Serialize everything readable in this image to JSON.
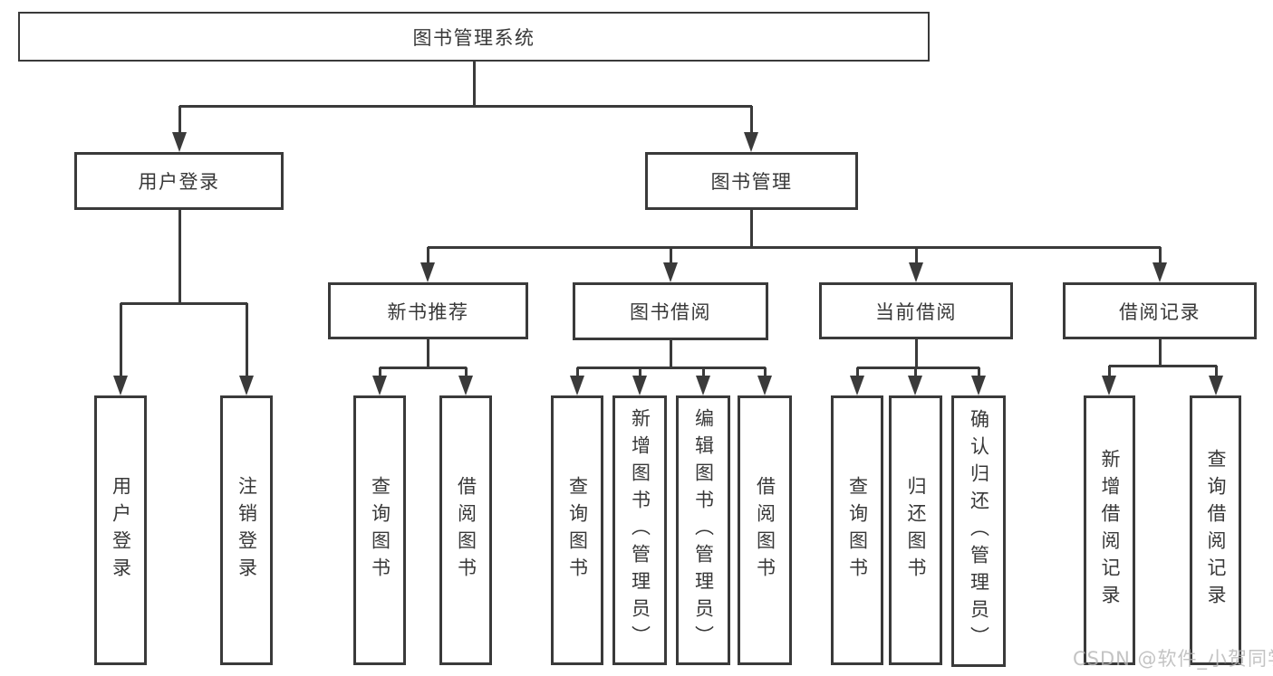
{
  "diagram": {
    "title": "图书管理系统",
    "nodes": [
      {
        "id": "node-system-root",
        "label": "图书管理系统",
        "parent": null
      },
      {
        "id": "node-user-login",
        "label": "用户登录",
        "parent": "node-system-root"
      },
      {
        "id": "node-book-management",
        "label": "图书管理",
        "parent": "node-system-root"
      },
      {
        "id": "node-new-book-recommend",
        "label": "新书推荐",
        "parent": "node-book-management"
      },
      {
        "id": "node-book-borrowing",
        "label": "图书借阅",
        "parent": "node-book-management"
      },
      {
        "id": "node-current-borrowing",
        "label": "当前借阅",
        "parent": "node-book-management"
      },
      {
        "id": "node-borrow-records",
        "label": "借阅记录",
        "parent": "node-book-management"
      },
      {
        "id": "leaf-user-login",
        "label": "用户登录",
        "parent": "node-user-login"
      },
      {
        "id": "leaf-logout",
        "label": "注销登录",
        "parent": "node-user-login"
      },
      {
        "id": "leaf-query-books-recommend",
        "label": "查询图书",
        "parent": "node-new-book-recommend"
      },
      {
        "id": "leaf-borrow-books-recommend",
        "label": "借阅图书",
        "parent": "node-new-book-recommend"
      },
      {
        "id": "leaf-query-books-borrowing",
        "label": "查询图书",
        "parent": "node-book-borrowing"
      },
      {
        "id": "leaf-add-books-admin",
        "label": "新增图书（管理员）",
        "parent": "node-book-borrowing"
      },
      {
        "id": "leaf-edit-books-admin",
        "label": "编辑图书（管理员）",
        "parent": "node-book-borrowing"
      },
      {
        "id": "leaf-borrow-books",
        "label": "借阅图书",
        "parent": "node-book-borrowing"
      },
      {
        "id": "leaf-query-books-current",
        "label": "查询图书",
        "parent": "node-current-borrowing"
      },
      {
        "id": "leaf-return-books",
        "label": "归还图书",
        "parent": "node-current-borrowing"
      },
      {
        "id": "leaf-confirm-return-admin",
        "label": "确认归还（管理员）",
        "parent": "node-current-borrowing"
      },
      {
        "id": "leaf-add-borrow-record",
        "label": "新增借阅记录",
        "parent": "node-borrow-records"
      },
      {
        "id": "leaf-query-borrow-record",
        "label": "查询借阅记录",
        "parent": "node-borrow-records"
      }
    ],
    "watermark": "CSDN @软件_小贺同学",
    "colors": {
      "line": "#3a3a3a",
      "text": "#383838",
      "background": "#ffffff",
      "watermark": "#b5b5b5"
    }
  }
}
